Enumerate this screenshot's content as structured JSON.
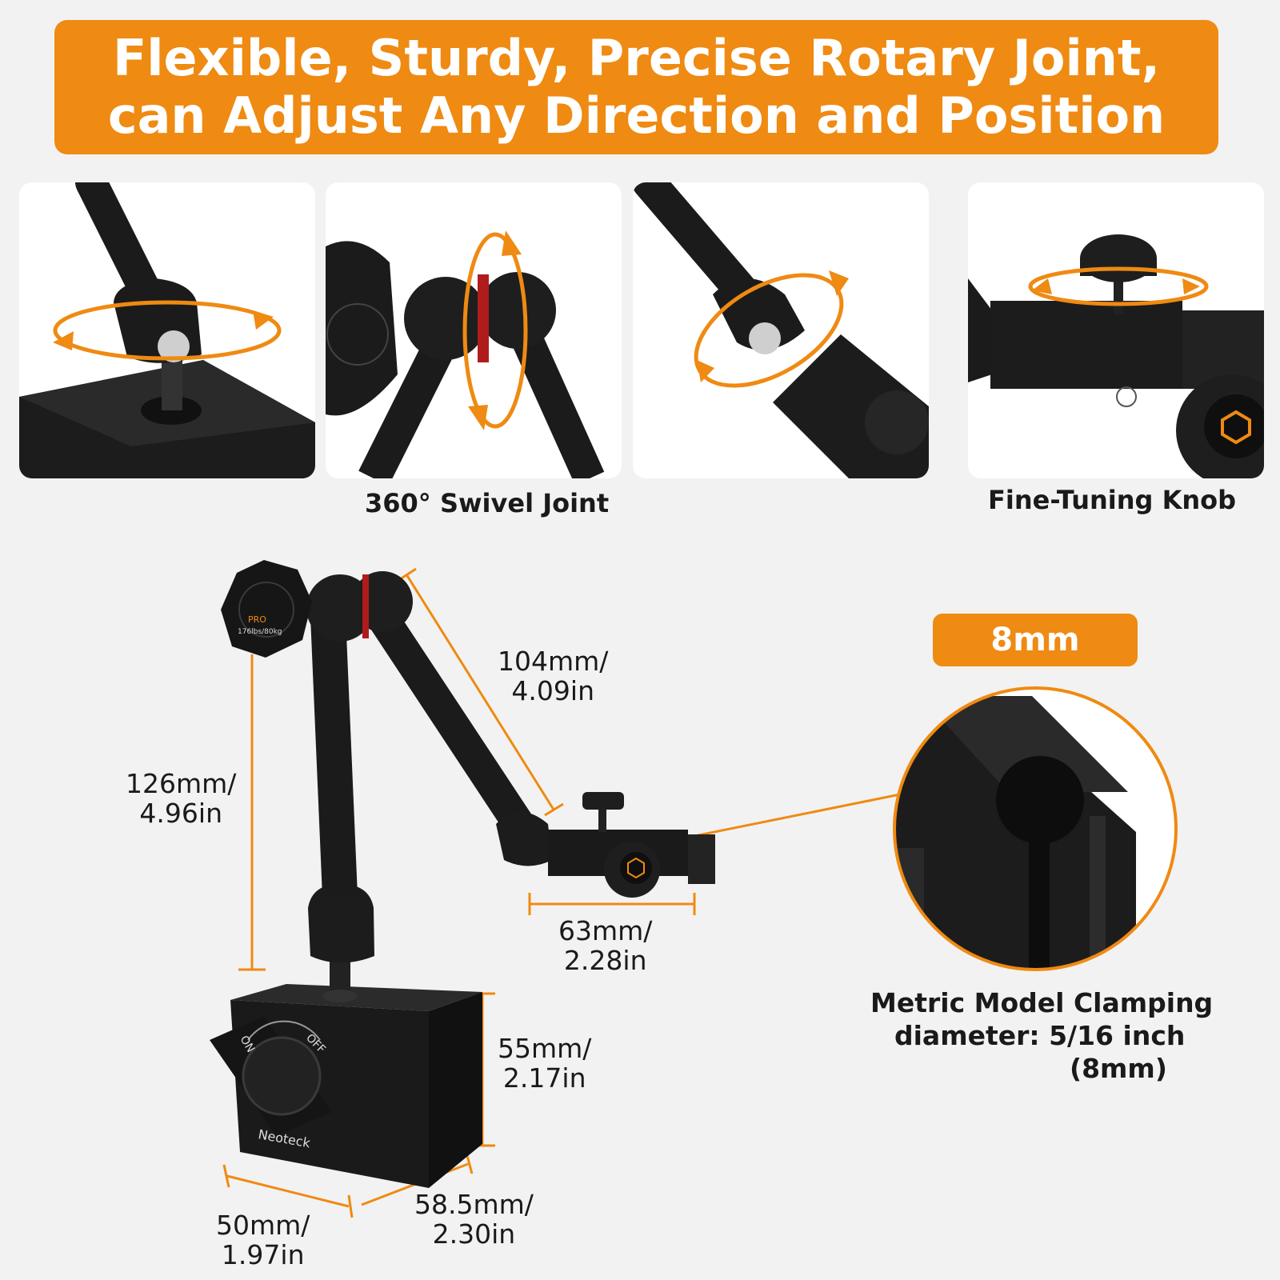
{
  "headline": {
    "line1": "Flexible, Sturdy, Precise Rotary Joint,",
    "line2": "can Adjust Any Direction and Position"
  },
  "captions": {
    "swivel": "360° Swivel Joint",
    "knob": "Fine-Tuning Knob"
  },
  "product_markings": {
    "knob_brand": "PRO",
    "knob_rating": "176lbs/80kg",
    "switch_on": "ON",
    "switch_off": "OFF",
    "base_brand": "Neoteck"
  },
  "dimensions": {
    "arm_upper": {
      "line1": "104mm/",
      "line2": "4.09in"
    },
    "arm_lower": {
      "line1": "126mm/",
      "line2": "4.96in"
    },
    "clamp_width": {
      "line1": "63mm/",
      "line2": "2.28in"
    },
    "base_height": {
      "line1": "55mm/",
      "line2": "2.17in"
    },
    "base_depth": {
      "line1": "58.5mm/",
      "line2": "2.30in"
    },
    "base_width": {
      "line1": "50mm/",
      "line2": "1.97in"
    }
  },
  "clamp_badge": "8mm",
  "clamp_note": {
    "line1": "Metric Model Clamping",
    "line2": "diameter: 5/16 inch",
    "line3": "(8mm)"
  },
  "colors": {
    "accent": "#ef8a12",
    "product": "#1b1b1b",
    "background": "#f2f2f2"
  },
  "icons": [
    "rotation-arrow-icon",
    "brand-logo-icon"
  ]
}
